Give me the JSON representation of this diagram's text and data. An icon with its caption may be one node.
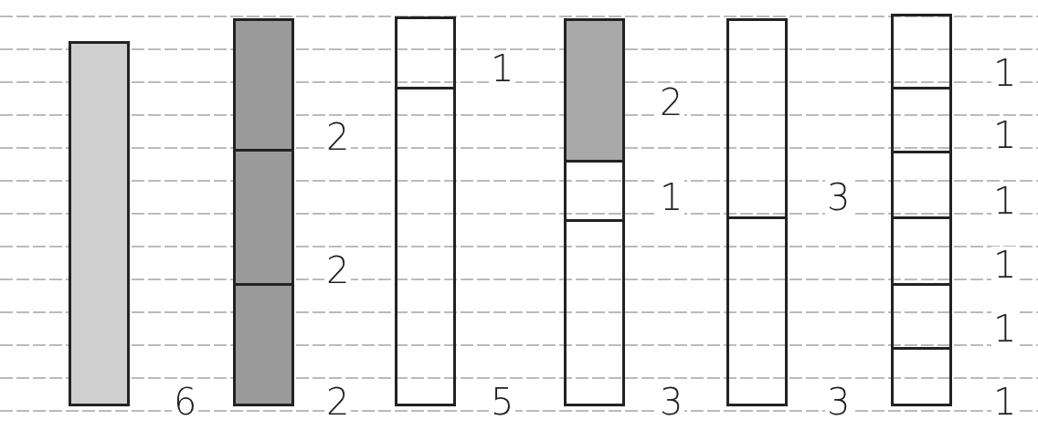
{
  "diagram": {
    "nodes": [
      {
        "text": [],
        "shape": "bar"
      },
      {
        "text": [],
        "shape": "bar"
      },
      {
        "text": [],
        "shape": "bar"
      },
      {
        "text": [],
        "shape": "bar"
      },
      {
        "text": [],
        "shape": "bar"
      },
      {
        "text": [],
        "shape": "bar"
      }
    ],
    "labels": [
      "1",
      "1",
      "2",
      "2",
      "1",
      "1",
      "3",
      "1",
      "2",
      "1",
      "1",
      "6",
      "2",
      "5",
      "3",
      "3",
      "1"
    ]
  }
}
